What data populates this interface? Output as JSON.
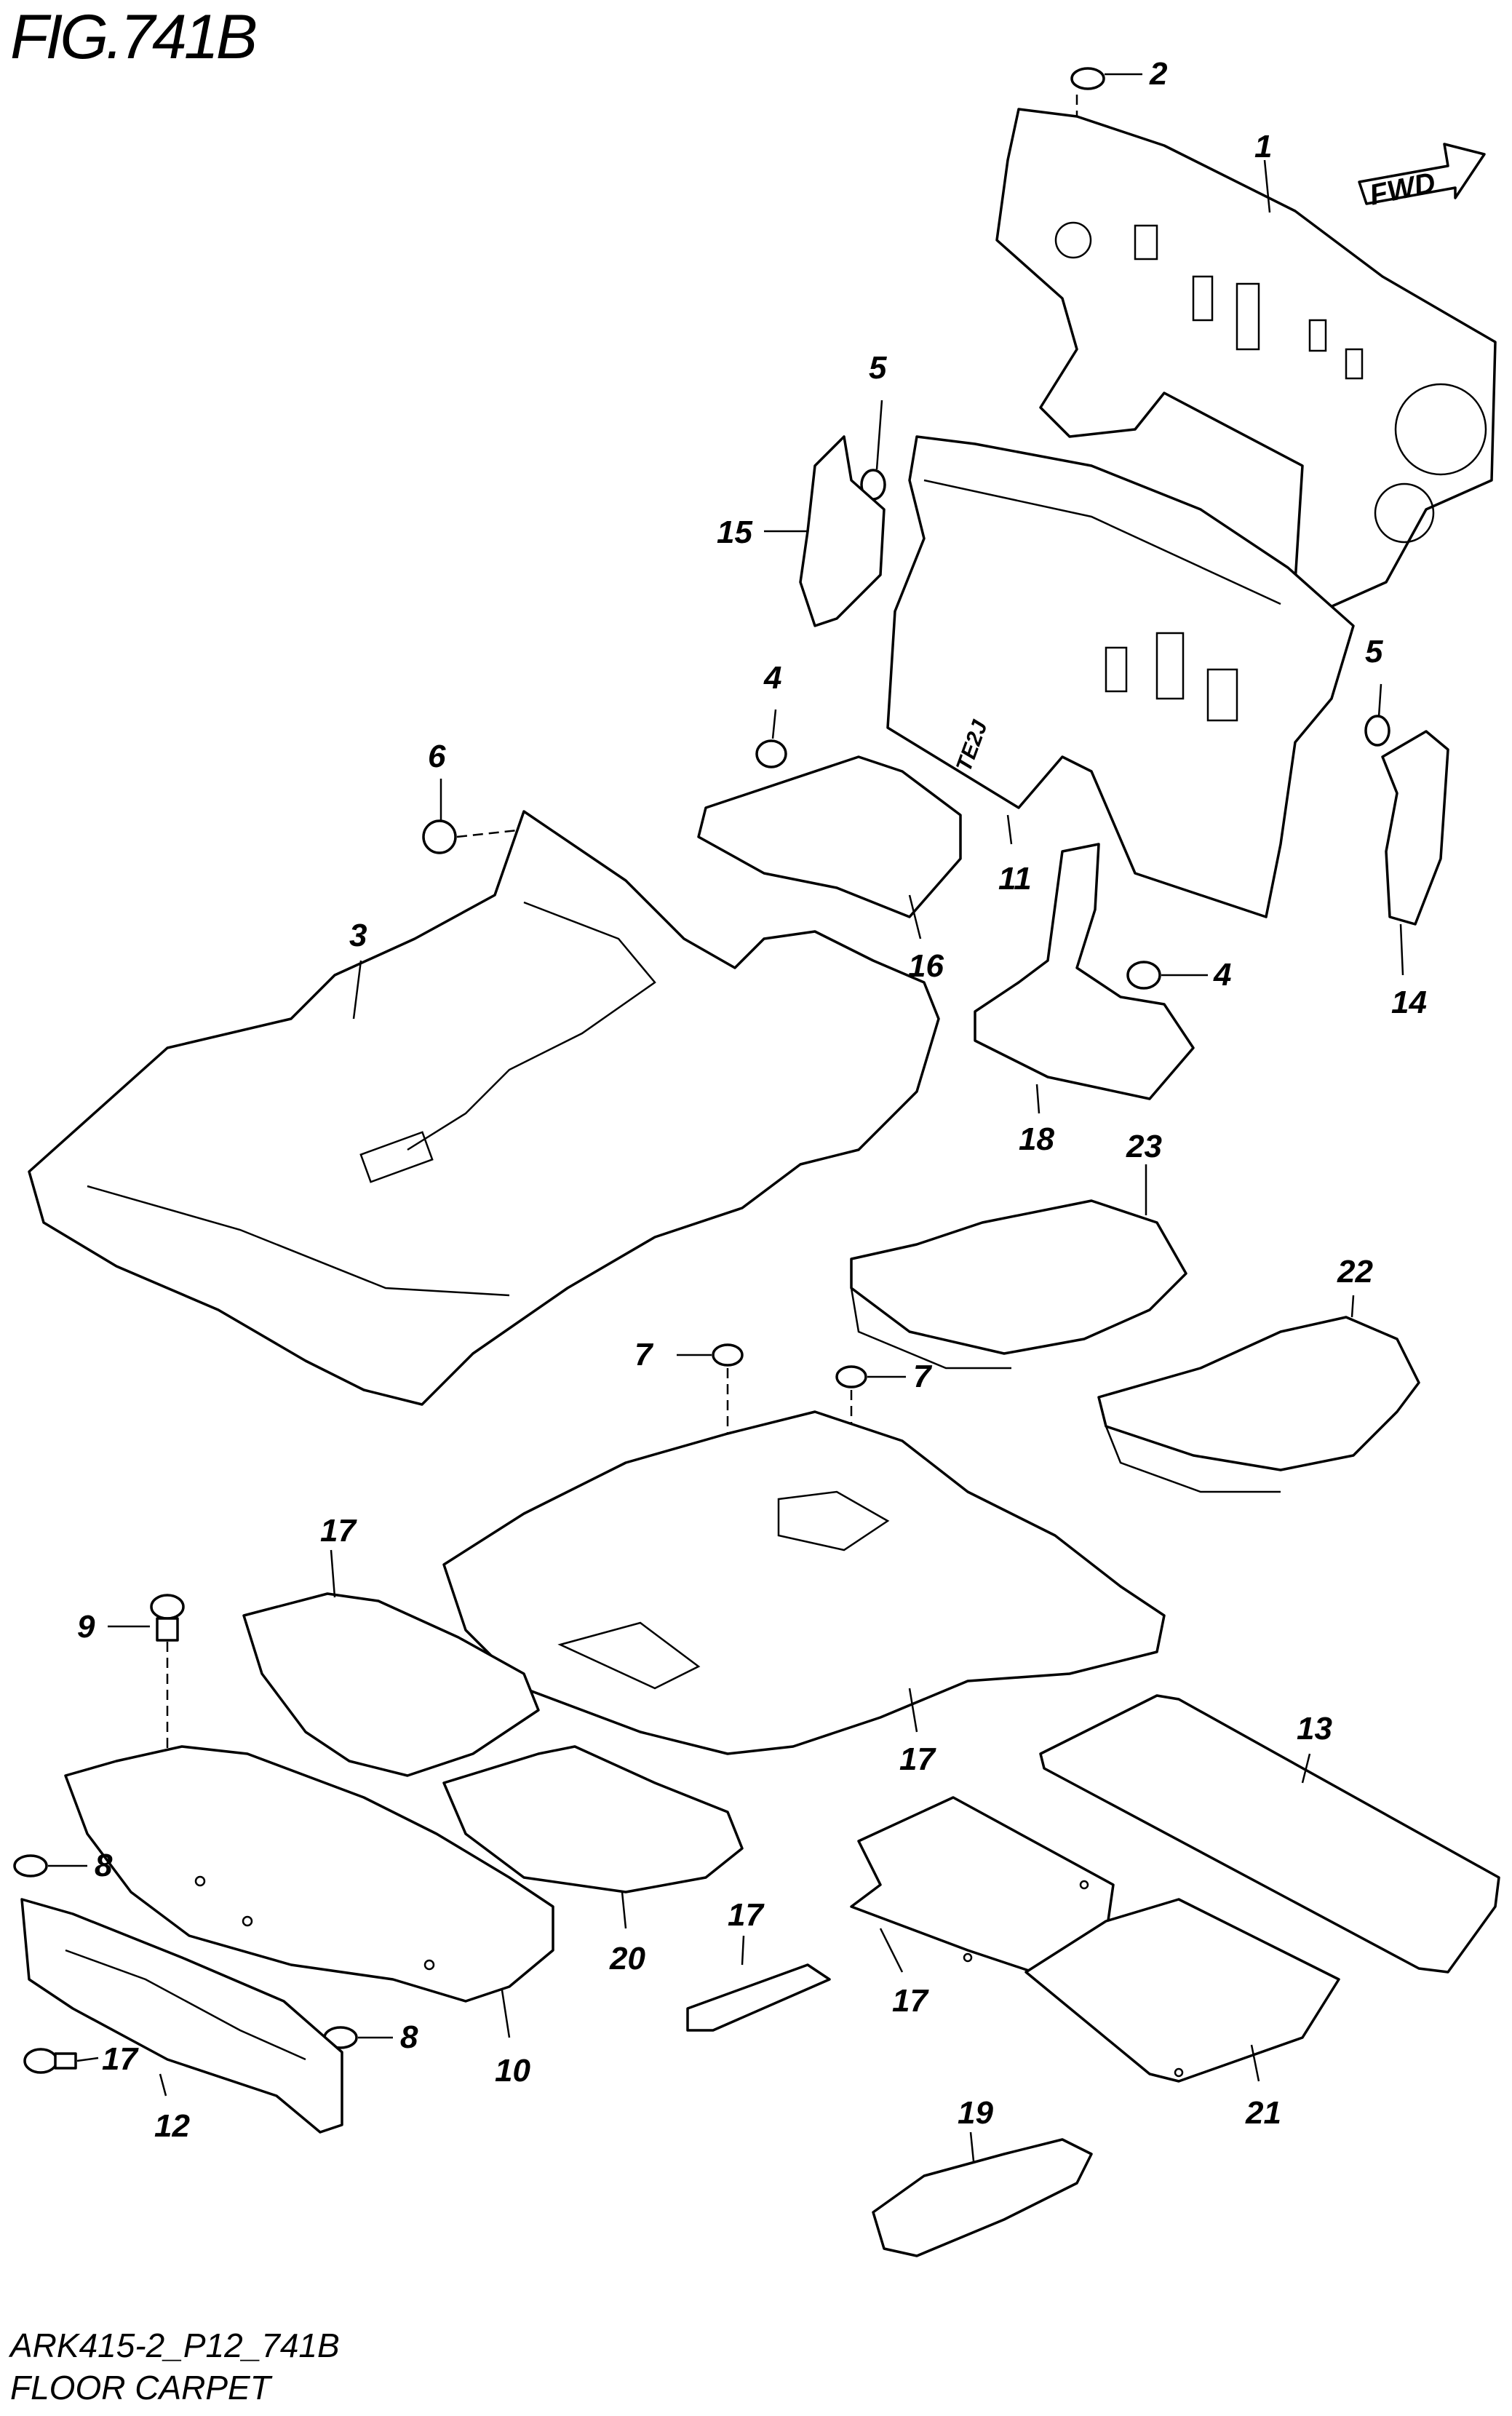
{
  "figure": {
    "title": "FIG.741B",
    "code": "ARK415-2_P12_741B",
    "name": "FLOOR CARPET",
    "direction_label": "FWD"
  },
  "callouts": [
    "1",
    "2",
    "3",
    "4",
    "4",
    "5",
    "5",
    "6",
    "7",
    "7",
    "8",
    "8",
    "9",
    "10",
    "11",
    "12",
    "13",
    "14",
    "15",
    "16",
    "17",
    "17",
    "17",
    "17",
    "17",
    "18",
    "19",
    "20",
    "21",
    "22",
    "23"
  ]
}
